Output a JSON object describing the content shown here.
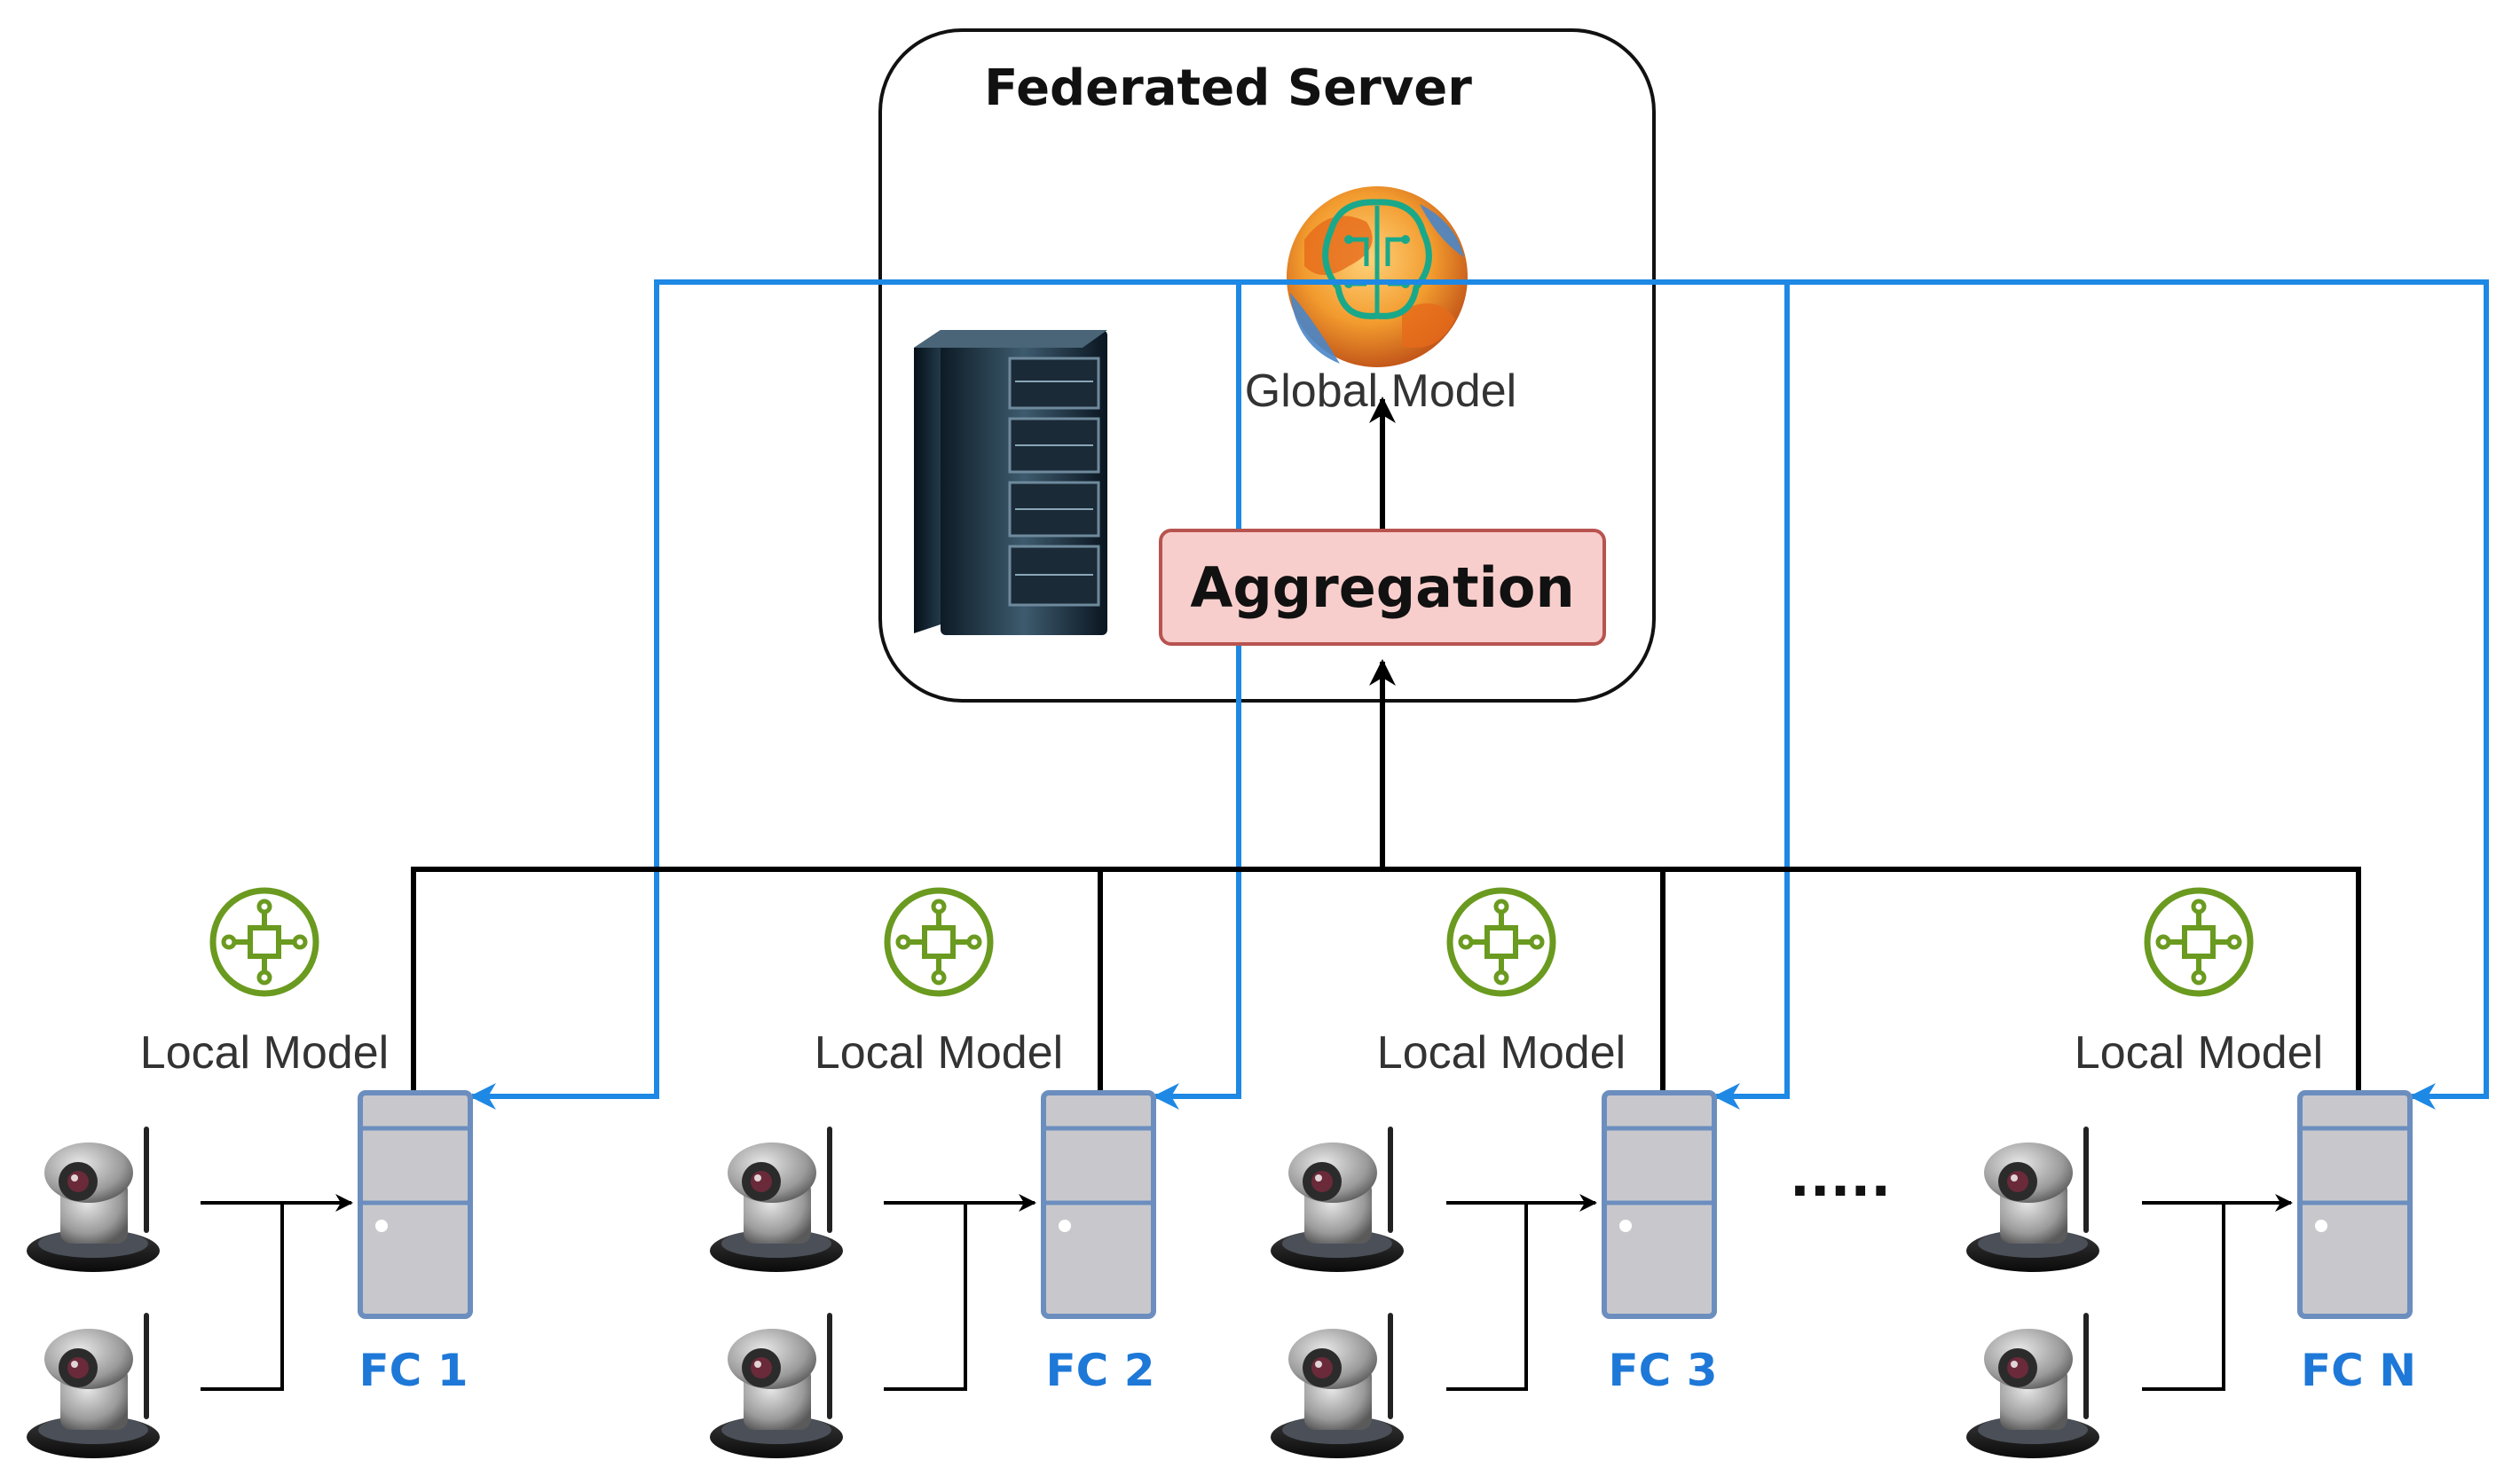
{
  "server": {
    "title": "Federated Server",
    "global_model_label": "Global Model",
    "aggregation_label": "Aggregation"
  },
  "clients": [
    {
      "name": "FC 1",
      "model_label": "Local Model"
    },
    {
      "name": "FC 2",
      "model_label": "Local Model"
    },
    {
      "name": "FC 3",
      "model_label": "Local Model"
    },
    {
      "name": "FC N",
      "model_label": "Local Model"
    }
  ],
  "ellipsis": ".....",
  "colors": {
    "distribution_line": "#1e88e5",
    "upload_line": "#000000",
    "client_label": "#1e78d8",
    "aggregation_fill": "#f8cecc",
    "aggregation_stroke": "#b85450",
    "local_model_icon": "#6a9a1f",
    "client_box_fill": "#c8c8cc",
    "client_box_stroke": "#6c8ebf"
  },
  "icons": {
    "server_rack": "server-rack-icon",
    "global_model": "brain-globe-icon",
    "local_model": "network-node-icon",
    "camera": "wireless-ip-camera-icon"
  }
}
